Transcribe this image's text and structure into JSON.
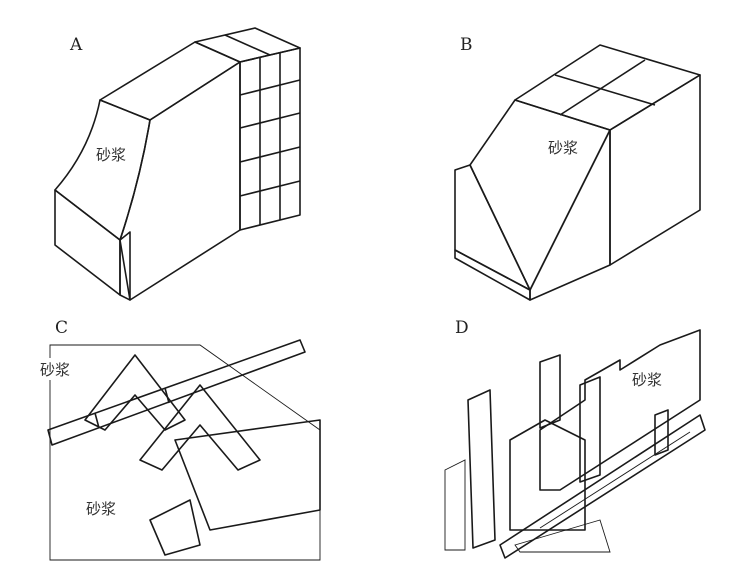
{
  "panels": [
    {
      "label": "A",
      "mortar_label": "砂浆"
    },
    {
      "label": "B",
      "mortar_label": "砂浆"
    },
    {
      "label": "C",
      "mortar_label": "砂浆",
      "mortar_label_2": "砂浆"
    },
    {
      "label": "D",
      "mortar_label": "砂浆"
    }
  ]
}
